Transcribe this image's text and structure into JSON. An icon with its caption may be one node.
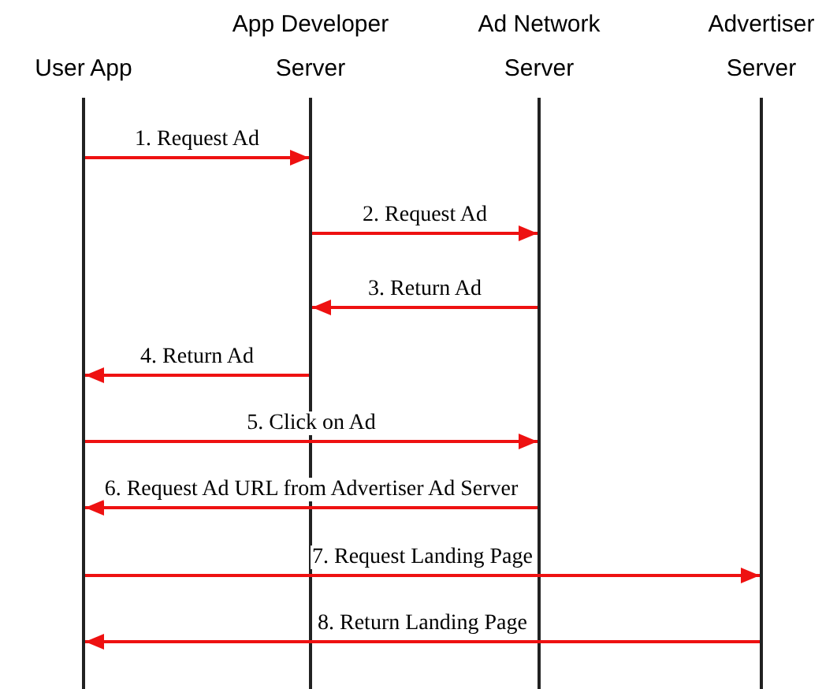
{
  "diagram": {
    "nodes": [
      {
        "text": [
          "User App"
        ]
      },
      {
        "text": [
          "App Developer Server"
        ]
      },
      {
        "text": [
          "Ad Network Server"
        ]
      },
      {
        "text": [
          "Advertiser Server"
        ]
      }
    ],
    "edges": [
      {
        "from": 0,
        "to": 1,
        "arrow": "to",
        "label": "1. Request Ad"
      },
      {
        "from": 1,
        "to": 2,
        "arrow": "to",
        "label": "2. Request Ad"
      },
      {
        "from": 2,
        "to": 1,
        "arrow": "to",
        "label": "3. Return Ad"
      },
      {
        "from": 1,
        "to": 0,
        "arrow": "to",
        "label": "4. Return Ad"
      },
      {
        "from": 0,
        "to": 2,
        "arrow": "to",
        "label": "5. Click on Ad"
      },
      {
        "from": 2,
        "to": 0,
        "arrow": "to",
        "label": "6. Request Ad URL from Advertiser Ad Server"
      },
      {
        "from": 0,
        "to": 3,
        "arrow": "to",
        "label": "7. Request Landing Page"
      },
      {
        "from": 3,
        "to": 0,
        "arrow": "to",
        "label": "8. Return Landing Page"
      }
    ]
  }
}
